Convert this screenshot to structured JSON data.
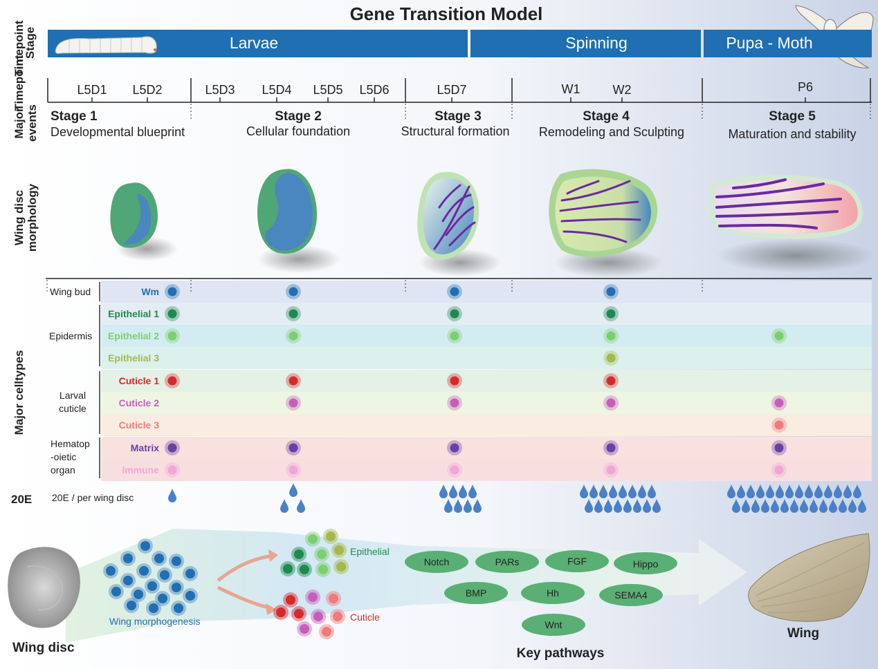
{
  "title": "Gene Transition Model",
  "row_labels": {
    "stage_l1": "Stage",
    "stage_l2": "Timepoint",
    "timepoint": "Timepoint",
    "major_events_l1": "Major",
    "major_events_l2": "events",
    "morph_l1": "Wing disc",
    "morph_l2": "morphology",
    "celltypes": "Major celltypes",
    "e20": "20E"
  },
  "phases": [
    {
      "label": "Larvae"
    },
    {
      "label": "Spinning"
    },
    {
      "label": "Pupa - Moth"
    }
  ],
  "timepoints": [
    "L5D1",
    "L5D2",
    "L5D3",
    "L5D4",
    "L5D5",
    "L5D6",
    "L5D7",
    "W1",
    "W2",
    "P6"
  ],
  "stages": [
    {
      "title": "Stage 1",
      "subtitle": "Developmental blueprint"
    },
    {
      "title": "Stage 2",
      "subtitle": "Cellular foundation"
    },
    {
      "title": "Stage 3",
      "subtitle": "Structural formation"
    },
    {
      "title": "Stage 4",
      "subtitle": "Remodeling and Sculpting"
    },
    {
      "title": "Stage 5",
      "subtitle": "Maturation and stability"
    }
  ],
  "celltype_groups": [
    "Wing bud",
    "Epidermis",
    "Larval",
    "cuticle",
    "Hematop",
    "-oietic",
    "organ"
  ],
  "celltypes": [
    {
      "name": "Wm",
      "color": "#1f6fb2",
      "present": [
        1,
        1,
        1,
        1,
        0
      ]
    },
    {
      "name": "Epithelial 1",
      "color": "#1e8a4e",
      "present": [
        1,
        1,
        1,
        1,
        0
      ]
    },
    {
      "name": "Epithelial 2",
      "color": "#7ccf6f",
      "present": [
        1,
        1,
        1,
        1,
        1
      ]
    },
    {
      "name": "Epithelial 3",
      "color": "#a5b94a",
      "present": [
        0,
        0,
        0,
        1,
        0
      ]
    },
    {
      "name": "Cuticle 1",
      "color": "#d62a2a",
      "present": [
        1,
        1,
        1,
        1,
        0
      ]
    },
    {
      "name": "Cuticle 2",
      "color": "#c75fb8",
      "present": [
        0,
        1,
        1,
        1,
        1
      ]
    },
    {
      "name": "Cuticle 3",
      "color": "#ef7b7b",
      "present": [
        0,
        0,
        0,
        0,
        1
      ]
    },
    {
      "name": "Matrix",
      "color": "#6a3fa8",
      "present": [
        1,
        1,
        1,
        1,
        1
      ]
    },
    {
      "name": "Immune",
      "color": "#f2a6d6",
      "present": [
        1,
        1,
        1,
        1,
        1
      ]
    }
  ],
  "e20": {
    "label": "20E / per wing disc",
    "drops_per_stage": [
      1,
      3,
      8,
      16,
      28
    ]
  },
  "bottom": {
    "wing_disc_label": "Wing disc",
    "morphogenesis_label": "Wing morphogenesis",
    "epithelial_label": "Epithelial",
    "cuticle_label": "Cuticle",
    "pathways_title": "Key pathways",
    "wing_label": "Wing",
    "pathways": [
      "Notch",
      "PARs",
      "FGF",
      "Hippo",
      "BMP",
      "Hh",
      "SEMA4",
      "Wnt"
    ]
  },
  "colors": {
    "banner_blue": "#1f6fb2",
    "drop_blue": "#4a80c8",
    "pathway_green": "#5aaf74",
    "disc_green": "#4fa677",
    "disc_blue": "#4a86bf",
    "vein_purple": "#6a2aa0"
  }
}
